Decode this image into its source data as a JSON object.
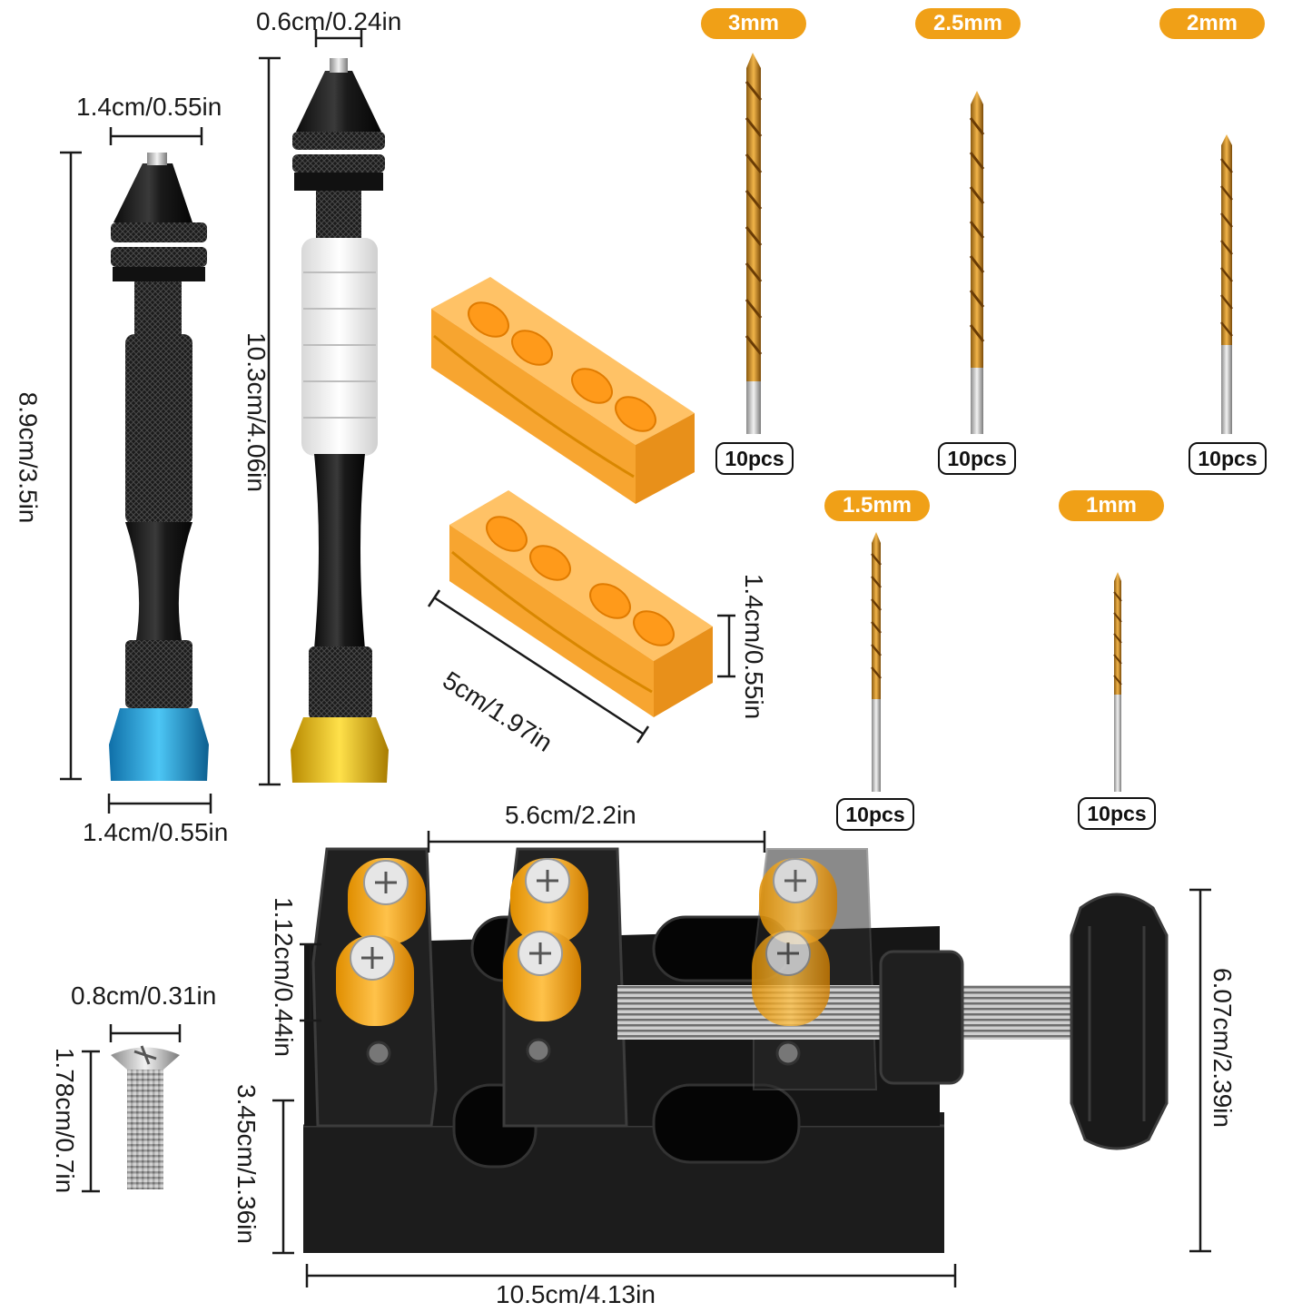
{
  "pin_vise_1": {
    "tip_width": "1.4cm/0.55in",
    "length": "8.9cm/3.5in",
    "base_width": "1.4cm/0.55in",
    "cap_color": "#1ea3e0"
  },
  "pin_vise_2": {
    "tip_width": "0.6cm/0.24in",
    "length": "10.3cm/4.06in",
    "cap_color": "#f2c200"
  },
  "jaw_pads": {
    "length": "5cm/1.97in",
    "height": "1.4cm/0.55in",
    "color": "#ffb347"
  },
  "drill_bits": [
    {
      "size": "3mm",
      "qty": "10pcs"
    },
    {
      "size": "2.5mm",
      "qty": "10pcs"
    },
    {
      "size": "2mm",
      "qty": "10pcs"
    },
    {
      "size": "1.5mm",
      "qty": "10pcs"
    },
    {
      "size": "1mm",
      "qty": "10pcs"
    }
  ],
  "screw": {
    "head_width": "0.8cm/0.31in",
    "length": "1.78cm/0.7in"
  },
  "bench_vise": {
    "jaw_opening": "5.6cm/2.2in",
    "roller_height": "1.12cm/0.44in",
    "base_height": "3.45cm/1.36in",
    "total_height": "6.07cm/2.39in",
    "length": "10.5cm/4.13in"
  },
  "colors": {
    "badge": "#f0a017",
    "drill_gold": "#c98a2a",
    "vise_body": "#1c1c1c"
  }
}
